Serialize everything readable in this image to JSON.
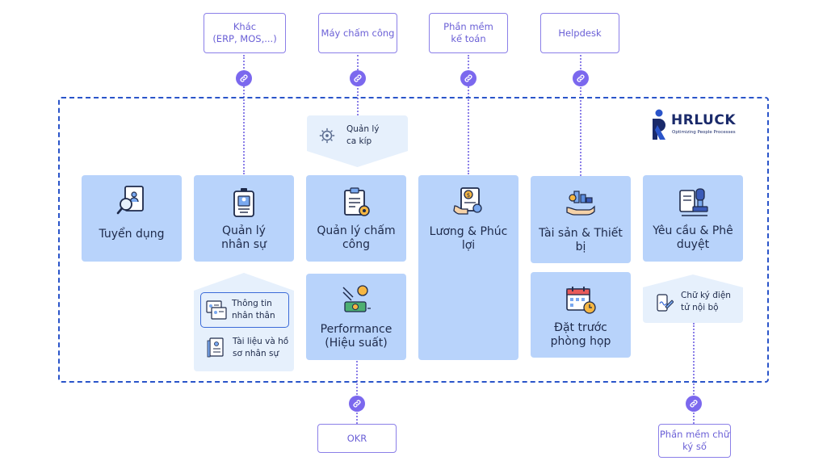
{
  "external": {
    "other": "Khác\n(ERP, MOS,...)",
    "timekeeping_machine": "Máy chấm công",
    "accounting": "Phần mềm\nkế toán",
    "helpdesk": "Helpdesk",
    "okr": "OKR",
    "digital_signature": "Phần mềm chữ\nký số"
  },
  "logo": {
    "name": "HRLUCK",
    "tagline": "Optimizing People Processes"
  },
  "modules": {
    "recruitment": "Tuyển dụng",
    "hr_management": "Quản lý\nnhân sự",
    "timekeeping": "Quản lý chấm\ncông",
    "payroll": "Lương & Phúc\nlợi",
    "assets": "Tài sản & Thiết\nbị",
    "approval": "Yêu cầu & Phê\nduyệt",
    "performance": "Performance\n(Hiệu suất)",
    "room_booking": "Đặt trước\nphòng họp"
  },
  "submodules": {
    "shift": "Quản lý\nca kíp",
    "personal_info": "Thông tin\nnhân thân",
    "documents": "Tài liệu và hồ\nsơ nhân sự",
    "internal_signature": "Chữ ký điện\ntử nội bộ"
  },
  "colors": {
    "frame": "#2a54c9",
    "module_fill": "#b8d3fb",
    "submodule_fill": "#e6f0fc",
    "connector": "#8b7fe8",
    "link_icon": "#7b68ee"
  },
  "icons": [
    "link-icon",
    "recruitment-icon",
    "id-badge-icon",
    "clipboard-gear-icon",
    "payroll-document-icon",
    "assets-hand-icon",
    "stamp-icon",
    "performance-icon",
    "calendar-icon",
    "shift-gear-icon",
    "profile-card-icon",
    "document-icon",
    "signature-phone-icon"
  ]
}
